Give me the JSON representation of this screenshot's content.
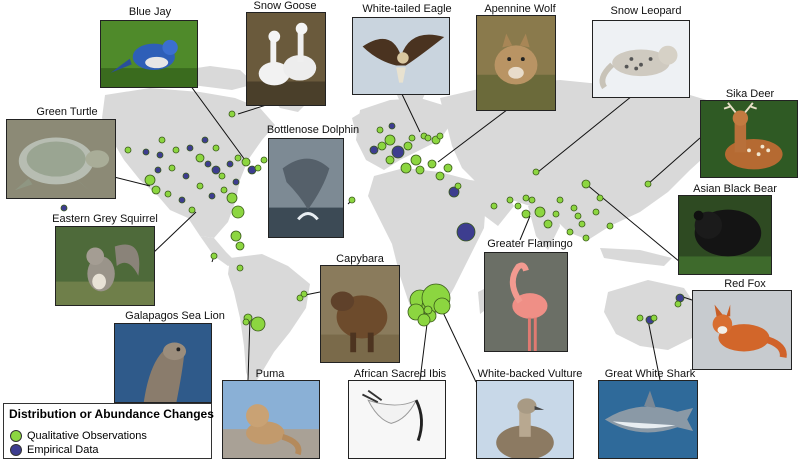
{
  "colors": {
    "land": "#d9d9d9",
    "qualitative": "#8cd640",
    "empirical": "#3d3d8f",
    "marker_stroke": "#3a5a1a"
  },
  "species": [
    {
      "id": "blue-jay",
      "label": "Blue Jay"
    },
    {
      "id": "snow-goose",
      "label": "Snow Goose"
    },
    {
      "id": "white-tailed-eagle",
      "label": "White-tailed Eagle"
    },
    {
      "id": "apennine-wolf",
      "label": "Apennine Wolf"
    },
    {
      "id": "snow-leopard",
      "label": "Snow Leopard"
    },
    {
      "id": "sika-deer",
      "label": "Sika Deer"
    },
    {
      "id": "green-turtle",
      "label": "Green Turtle"
    },
    {
      "id": "bottlenose-dolphin",
      "label": "Bottlenose Dolphin"
    },
    {
      "id": "asian-black-bear",
      "label": "Asian Black Bear"
    },
    {
      "id": "eastern-grey-squirrel",
      "label": "Eastern Grey Squirrel"
    },
    {
      "id": "greater-flamingo",
      "label": "Greater Flamingo"
    },
    {
      "id": "capybara",
      "label": "Capybara"
    },
    {
      "id": "red-fox",
      "label": "Red Fox"
    },
    {
      "id": "galapagos-sea-lion",
      "label": "Galapagos Sea Lion"
    },
    {
      "id": "puma",
      "label": "Puma"
    },
    {
      "id": "african-sacred-ibis",
      "label": "African Sacred Ibis"
    },
    {
      "id": "white-backed-vulture",
      "label": "White-backed Vulture"
    },
    {
      "id": "great-white-shark",
      "label": "Great White Shark"
    }
  ],
  "legend": {
    "title": "Distribution or Abundance Changes",
    "items": [
      {
        "label": "Qualitative Observations",
        "type": "qualitative"
      },
      {
        "label": "Empirical Data",
        "type": "empirical"
      }
    ]
  }
}
